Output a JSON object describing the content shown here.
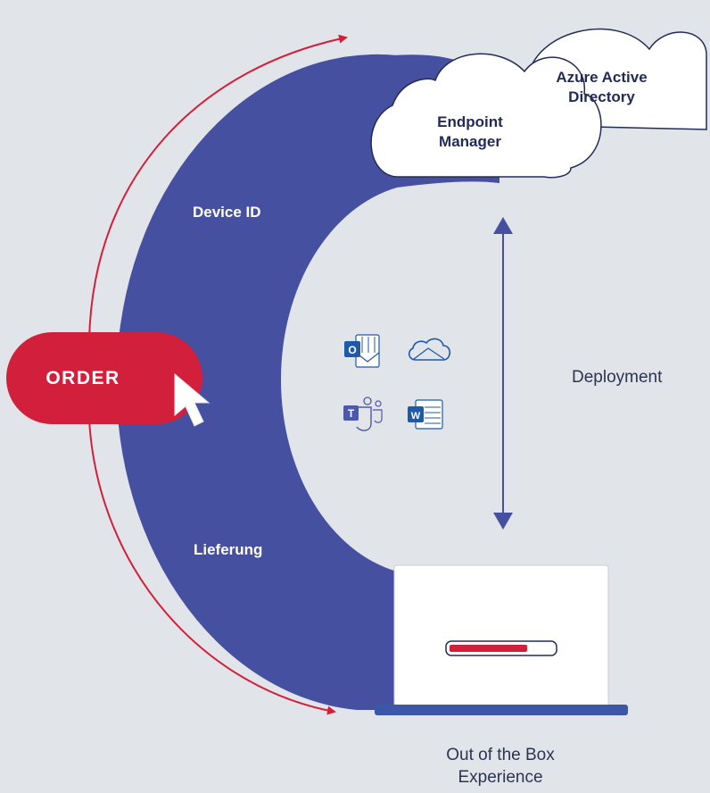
{
  "arc_labels": {
    "device_id": "Device ID",
    "lieferung": "Lieferung"
  },
  "clouds": {
    "endpoint_manager": "Endpoint\nManager",
    "azure_ad": "Azure Active\nDirectory"
  },
  "order_button": {
    "label": "ORDER"
  },
  "deployment_label": "Deployment",
  "oobe_label": "Out of the Box\nExperience",
  "apps": [
    "outlook-icon",
    "onedrive-icon",
    "teams-icon",
    "word-icon"
  ],
  "progress": {
    "fraction": 0.75
  },
  "colors": {
    "arc": "#4550a0",
    "accent_red": "#d21f3c",
    "background": "#e1e4e9",
    "laptop_base": "#3c56a8"
  }
}
